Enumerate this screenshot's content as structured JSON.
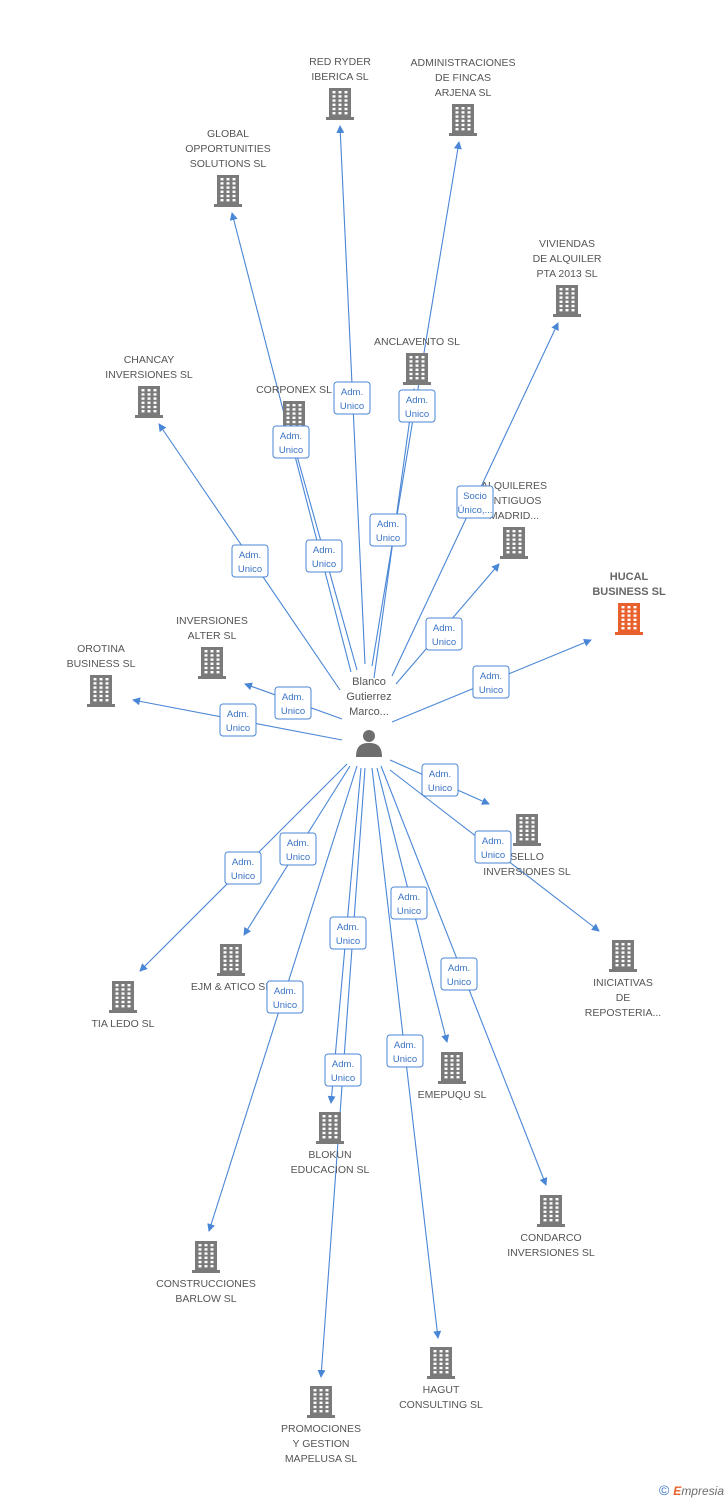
{
  "center": {
    "label_lines": [
      "Blanco",
      "Gutierrez",
      "Marco..."
    ],
    "icon": "person-icon"
  },
  "colors": {
    "edge": "#4a86d6",
    "company": "#7a7a7a",
    "highlight_company": "#e8602c"
  },
  "nodes": [
    {
      "id": "red-ryder",
      "lines": [
        "RED RYDER",
        "IBERICA SL"
      ],
      "label_pos": "above"
    },
    {
      "id": "administraciones",
      "lines": [
        "ADMINISTRACIONES",
        "DE FINCAS",
        "ARJENA SL"
      ],
      "label_pos": "above"
    },
    {
      "id": "global",
      "lines": [
        "GLOBAL",
        "OPPORTUNITIES",
        "SOLUTIONS SL"
      ],
      "label_pos": "above"
    },
    {
      "id": "viviendas",
      "lines": [
        "VIVIENDAS",
        "DE ALQUILER",
        "PTA 2013 SL"
      ],
      "label_pos": "above"
    },
    {
      "id": "anclavento",
      "lines": [
        "ANCLAVENTO SL"
      ],
      "label_pos": "above"
    },
    {
      "id": "chancay",
      "lines": [
        "CHANCAY",
        "INVERSIONES SL"
      ],
      "label_pos": "above"
    },
    {
      "id": "corponex",
      "lines": [
        "CORPONEX SL"
      ],
      "label_pos": "above"
    },
    {
      "id": "alquileres",
      "lines": [
        "ALQUILERES",
        "ANTIGUOS",
        "MADRID..."
      ],
      "label_pos": "above"
    },
    {
      "id": "hucal",
      "lines": [
        "HUCAL",
        "BUSINESS SL"
      ],
      "label_pos": "above",
      "highlight": true
    },
    {
      "id": "inversiones-alter",
      "lines": [
        "INVERSIONES",
        "ALTER SL"
      ],
      "label_pos": "above"
    },
    {
      "id": "orotina",
      "lines": [
        "OROTINA",
        "BUSINESS SL"
      ],
      "label_pos": "above"
    },
    {
      "id": "sello",
      "lines": [
        "SELLO",
        "INVERSIONES SL"
      ],
      "label_pos": "below"
    },
    {
      "id": "iniciativas",
      "lines": [
        "INICIATIVAS",
        "DE",
        "REPOSTERIA..."
      ],
      "label_pos": "below"
    },
    {
      "id": "ejm",
      "lines": [
        "EJM & ATICO SL"
      ],
      "label_pos": "below"
    },
    {
      "id": "tia-ledo",
      "lines": [
        "TIA LEDO SL"
      ],
      "label_pos": "below"
    },
    {
      "id": "emepuqu",
      "lines": [
        "EMEPUQU SL"
      ],
      "label_pos": "below"
    },
    {
      "id": "blokun",
      "lines": [
        "BLOKUN",
        "EDUCACION SL"
      ],
      "label_pos": "below"
    },
    {
      "id": "condarco",
      "lines": [
        "CONDARCO",
        "INVERSIONES SL"
      ],
      "label_pos": "below"
    },
    {
      "id": "construcciones",
      "lines": [
        "CONSTRUCCIONES",
        "BARLOW SL"
      ],
      "label_pos": "below"
    },
    {
      "id": "hagut",
      "lines": [
        "HAGUT",
        "CONSULTING  SL"
      ],
      "label_pos": "below"
    },
    {
      "id": "promociones",
      "lines": [
        "PROMOCIONES",
        "Y GESTION",
        "MAPELUSA SL"
      ],
      "label_pos": "below"
    }
  ],
  "edges": [
    {
      "target": "red-ryder",
      "label_lines": [
        "Adm.",
        "Unico"
      ]
    },
    {
      "target": "administraciones",
      "label_lines": [
        "Adm.",
        "Unico"
      ]
    },
    {
      "target": "global",
      "label_lines": [
        "Adm.",
        "Unico"
      ]
    },
    {
      "target": "viviendas",
      "label_lines": [
        "Socio",
        "Único,..."
      ]
    },
    {
      "target": "anclavento",
      "label_lines": [
        "Adm.",
        "Unico"
      ]
    },
    {
      "target": "chancay",
      "label_lines": [
        "Adm.",
        "Unico"
      ]
    },
    {
      "target": "corponex",
      "label_lines": [
        "Adm.",
        "Unico"
      ]
    },
    {
      "target": "alquileres",
      "label_lines": [
        "Adm.",
        "Unico"
      ]
    },
    {
      "target": "hucal",
      "label_lines": [
        "Adm.",
        "Unico"
      ]
    },
    {
      "target": "inversiones-alter",
      "label_lines": [
        "Adm.",
        "Unico"
      ]
    },
    {
      "target": "orotina",
      "label_lines": [
        "Adm.",
        "Unico"
      ]
    },
    {
      "target": "sello",
      "label_lines": [
        "Adm.",
        "Unico"
      ]
    },
    {
      "target": "iniciativas",
      "label_lines": [
        "Adm.",
        "Unico"
      ]
    },
    {
      "target": "ejm",
      "label_lines": [
        "Adm.",
        "Unico"
      ]
    },
    {
      "target": "tia-ledo",
      "label_lines": [
        "Adm.",
        "Unico"
      ]
    },
    {
      "target": "emepuqu",
      "label_lines": [
        "Adm.",
        "Unico"
      ]
    },
    {
      "target": "blokun",
      "label_lines": [
        "Adm.",
        "Unico"
      ]
    },
    {
      "target": "condarco",
      "label_lines": [
        "Adm.",
        "Unico"
      ]
    },
    {
      "target": "construcciones",
      "label_lines": [
        "Adm.",
        "Unico"
      ]
    },
    {
      "target": "hagut",
      "label_lines": [
        "Adm.",
        "Unico"
      ]
    },
    {
      "target": "promociones",
      "label_lines": [
        "Adm.",
        "Unico"
      ]
    }
  ],
  "footer": {
    "copyright": "©",
    "brand_first": "E",
    "brand_rest": "mpresia"
  }
}
